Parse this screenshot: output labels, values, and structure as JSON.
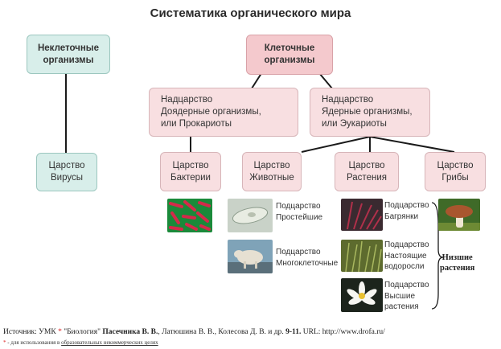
{
  "title": "Систематика органического мира",
  "nodes": {
    "noncellular": "Неклеточные\nорганизмы",
    "cellular": "Клеточные\nорганизмы",
    "prokaryotes": "Надцарство\nДоядерные организмы,\nили Прокариоты",
    "eukaryotes": "Надцарство\nЯдерные организмы,\nили Эукариоты",
    "viruses": "Царство\nВирусы",
    "bacteria": "Царство\nБактерии",
    "animals": "Царство\nЖивотные",
    "plants": "Царство\nРастения",
    "fungi": "Царство\nГрибы"
  },
  "subkingdoms": {
    "protozoa": "Подцарство\nПростейшие",
    "multicellular": "Подцарство\nМногоклеточные",
    "red_algae": "Подцарство\nБагрянки",
    "true_algae": "Подцарство\nНастоящие\nводоросли",
    "higher_plants": "Подцарство\nВысшие\nрастения"
  },
  "lower_plants_label": "Низшие\nрастения",
  "footer": {
    "source_prefix": "Источник: УМК ",
    "source_star": "*",
    "source_book": " \"Биология\" ",
    "source_author": "Пасечника В. В.",
    "source_coauthors": ", Латюшина В. В., Колесова Д. В. и др. ",
    "source_grades": "9-11.",
    "source_url": " URL: http://www.drofa.ru/",
    "note_star": "*",
    "note_prefix": " - для использования в ",
    "note_link": "образовательных некоммерческих целях"
  },
  "colors": {
    "teal_box": "#d8eeea",
    "pink_box": "#f4c9cd",
    "light_pink_box": "#f8dfe1",
    "connector": "#1a1a1a"
  }
}
